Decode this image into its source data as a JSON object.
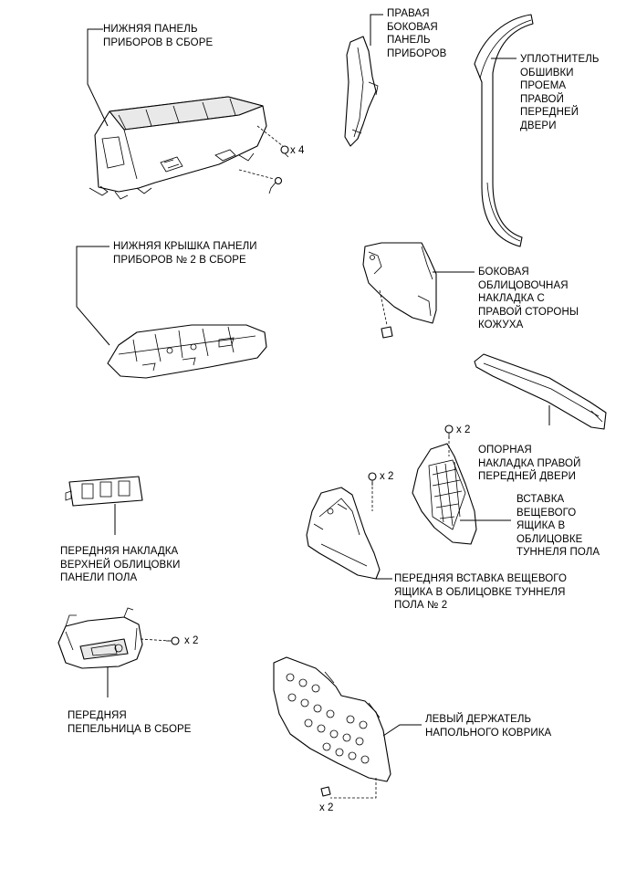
{
  "parts": {
    "instrument_panel_under_cover": "НИЖНЯЯ ПАНЕЛЬ\nПРИБОРОВ В СБОРЕ",
    "right_side_panel": "ПРАВАЯ\nБОКОВАЯ\nПАНЕЛЬ\nПРИБОРОВ",
    "door_opening_trim_weatherstrip": "УПЛОТНИТЕЛЬ\nОБШИВКИ\nПРОЕМА\nПРАВОЙ\nПЕРЕДНЕЙ\nДВЕРИ",
    "lower_cover_no2": "НИЖНЯЯ КРЫШКА ПАНЕЛИ\nПРИБОРОВ № 2 В СБОРЕ",
    "cowl_side_trim": "БОКОВАЯ\nОБЛИЦОВОЧНАЯ\nНАКЛАДКА С\nПРАВОЙ СТОРОНЫ\nКОЖУХА",
    "door_scuff_plate": "ОПОРНАЯ\nНАКЛАДКА ПРАВОЙ\nПЕРЕДНЕЙ ДВЕРИ",
    "console_box_insert": "ВСТАВКА\nВЕЩЕВОГО\nЯЩИКА В\nОБЛИЦОВКЕ\nТУННЕЛЯ ПОЛА",
    "upper_console_panel_garnish": "ПЕРЕДНЯЯ НАКЛАДКА\nВЕРХНЕЙ ОБЛИЦОВКИ\nПАНЕЛИ ПОЛА",
    "front_console_box_insert_no2": "ПЕРЕДНЯЯ ВСТАВКА ВЕЩЕВОГО\nЯЩИКА В ОБЛИЦОВКЕ ТУННЕЛЯ\nПОЛА № 2",
    "front_ashtray": "ПЕРЕДНЯЯ\nПЕПЕЛЬНИЦА В СБОРЕ",
    "floor_carpet_holder": "ЛЕВЫЙ ДЕРЖАТЕЛЬ\nНАПОЛЬНОГО КОВРИКА"
  },
  "quantities": {
    "screws_panel": "x 4",
    "screws_scuff": "x 2",
    "clips_insert": "x 2",
    "screws_ashtray": "x 2",
    "clips_holder": "x 2"
  },
  "icons": [
    "screw-icon",
    "clip-icon"
  ]
}
